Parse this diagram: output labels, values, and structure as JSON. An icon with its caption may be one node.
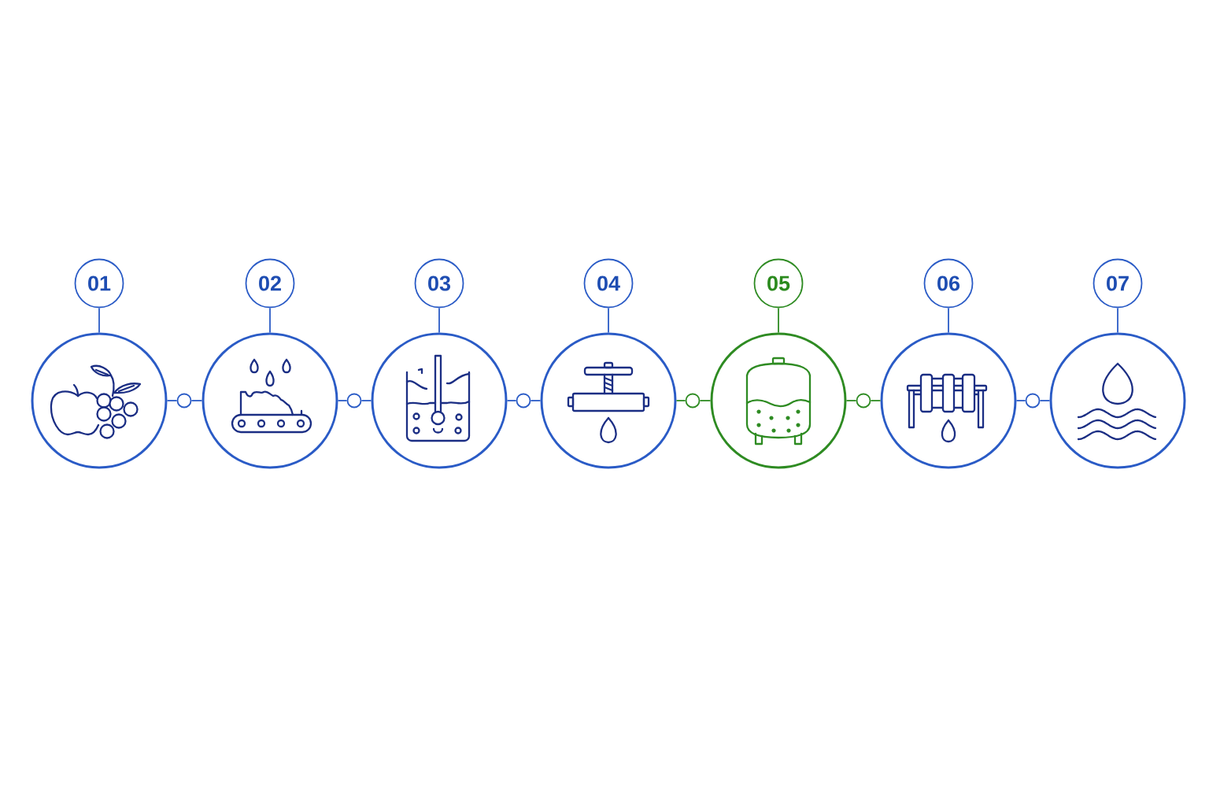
{
  "diagram": {
    "nodes": [
      {
        "text": [
          "01"
        ]
      },
      {
        "text": [],
        "shape": "circle"
      },
      {
        "text": [],
        "shape": "circle"
      },
      {
        "text": [
          "02"
        ]
      },
      {
        "text": [],
        "shape": "circle"
      },
      {
        "text": [],
        "shape": "circle"
      },
      {
        "text": [
          "03"
        ]
      },
      {
        "text": [],
        "shape": "circle"
      },
      {
        "text": [],
        "shape": "circle"
      },
      {
        "text": [
          "04"
        ]
      },
      {
        "text": [],
        "shape": "circle"
      },
      {
        "text": [],
        "shape": "circle"
      },
      {
        "text": [
          "05"
        ]
      },
      {
        "text": [],
        "shape": "circle"
      },
      {
        "text": [],
        "shape": "circle"
      },
      {
        "text": [
          "06"
        ]
      },
      {
        "text": [],
        "shape": "circle"
      },
      {
        "text": [],
        "shape": "circle"
      },
      {
        "text": [
          "07"
        ]
      },
      {
        "text": [],
        "shape": "circle"
      }
    ],
    "edges": [
      {
        "from": 0,
        "to": 1,
        "arrow": "none"
      },
      {
        "from": 1,
        "to": 2,
        "arrow": "none"
      },
      {
        "from": 2,
        "to": 4,
        "arrow": "none"
      },
      {
        "from": 3,
        "to": 4,
        "arrow": "none"
      },
      {
        "from": 4,
        "to": 5,
        "arrow": "none"
      },
      {
        "from": 5,
        "to": 7,
        "arrow": "none"
      },
      {
        "from": 6,
        "to": 7,
        "arrow": "none"
      },
      {
        "from": 7,
        "to": 8,
        "arrow": "none"
      },
      {
        "from": 8,
        "to": 10,
        "arrow": "none"
      },
      {
        "from": 9,
        "to": 10,
        "arrow": "none"
      },
      {
        "from": 10,
        "to": 11,
        "arrow": "none",
        "color": "#2e8b22"
      },
      {
        "from": 11,
        "to": 13,
        "arrow": "none",
        "color": "#2e8b22"
      },
      {
        "from": 12,
        "to": 13,
        "arrow": "none",
        "color": "#2e8b22"
      },
      {
        "from": 13,
        "to": 14,
        "arrow": "none",
        "color": "#2e8b22"
      },
      {
        "from": 14,
        "to": 16,
        "arrow": "none",
        "color": "#2e8b22"
      },
      {
        "from": 15,
        "to": 16,
        "arrow": "none"
      },
      {
        "from": 16,
        "to": 17,
        "arrow": "none"
      },
      {
        "from": 17,
        "to": 19,
        "arrow": "none"
      },
      {
        "from": 18,
        "to": 19,
        "arrow": "none"
      }
    ]
  }
}
